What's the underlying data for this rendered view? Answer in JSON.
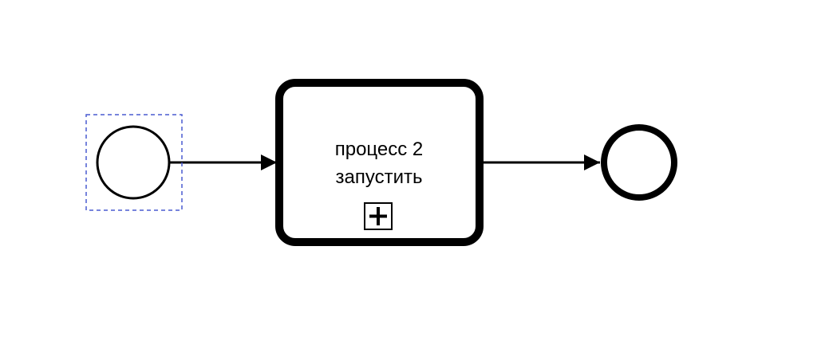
{
  "diagram": {
    "type": "bpmn",
    "elements": {
      "start_event": {
        "kind": "start-event",
        "label": "",
        "selected": true
      },
      "call_activity": {
        "kind": "call-activity",
        "label_line1": "процесс 2",
        "label_line2": "запустить",
        "marker": "collapsed-subprocess-plus-icon"
      },
      "end_event": {
        "kind": "end-event",
        "label": ""
      }
    },
    "flows": [
      {
        "from": "start_event",
        "to": "call_activity"
      },
      {
        "from": "call_activity",
        "to": "end_event"
      }
    ],
    "colors": {
      "stroke": "#000000",
      "fill": "#ffffff",
      "selection": "#4a5bd1"
    }
  }
}
